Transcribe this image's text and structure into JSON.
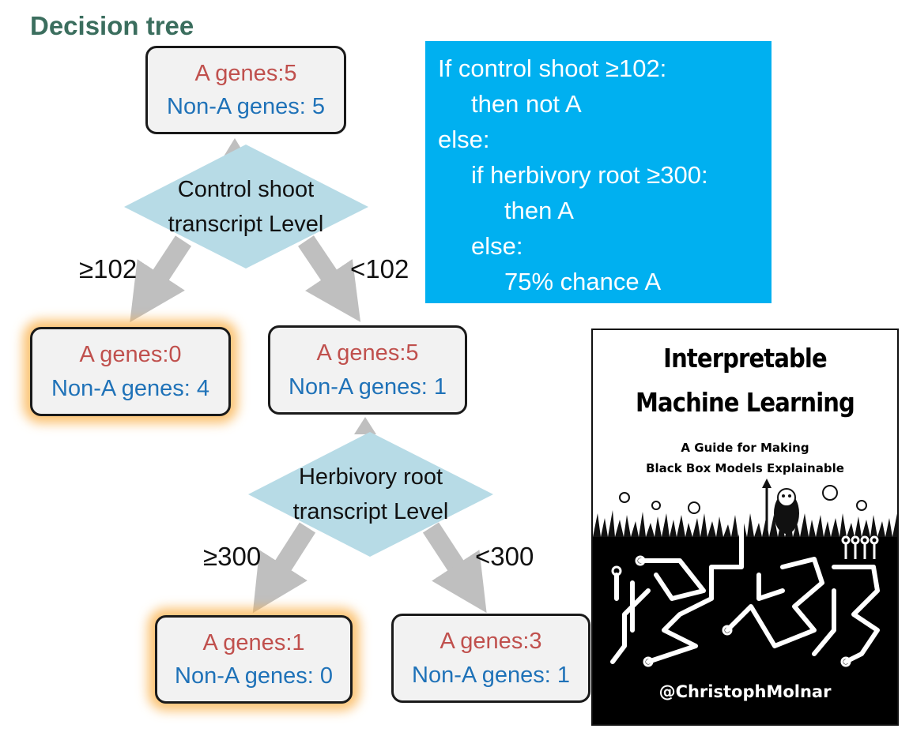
{
  "title": "Decision tree",
  "colors": {
    "title": "#3b6e5e",
    "a_genes": "#c0504d",
    "non_a_genes": "#1f72b8",
    "diamond": "#b7dbe6",
    "arrow": "#bfbfbf",
    "rules_box": "#00b0f0",
    "highlight_glow": "#f9ad46"
  },
  "tree": {
    "root": {
      "a": "A genes:5",
      "non_a": "Non-A genes: 5"
    },
    "split1": {
      "line1": "Control shoot",
      "line2": "transcript Level",
      "left": "≥102",
      "right": "<102"
    },
    "left_leaf": {
      "a": "A genes:0",
      "non_a": "Non-A genes: 4",
      "highlighted": true
    },
    "mid_node": {
      "a": "A genes:5",
      "non_a": "Non-A genes: 1"
    },
    "split2": {
      "line1": "Herbivory root",
      "line2": "transcript Level",
      "left": "≥300",
      "right": "<300"
    },
    "leaf_a": {
      "a": "A genes:1",
      "non_a": "Non-A genes: 0",
      "highlighted": true
    },
    "leaf_b": {
      "a": "A genes:3",
      "non_a": "Non-A genes: 1",
      "highlighted": false
    }
  },
  "rules": [
    "If control shoot ≥102:",
    "then not A",
    "else:",
    "if herbivory root ≥300:",
    "then A",
    "else:",
    "75% chance A"
  ],
  "book": {
    "title_line1": "Interpretable",
    "title_line2": "Machine Learning",
    "subtitle_line1": "A Guide for Making",
    "subtitle_line2": "Black Box Models Explainable",
    "author": "@ChristophMolnar"
  }
}
